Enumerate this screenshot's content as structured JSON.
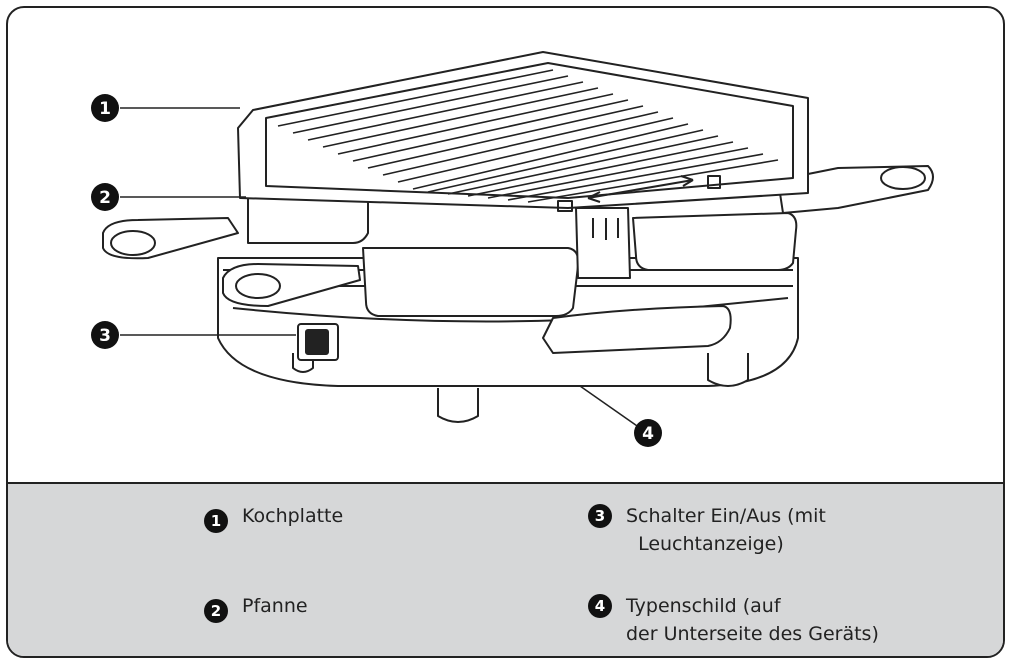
{
  "callouts": [
    {
      "num": "1",
      "label": "Kochplatte"
    },
    {
      "num": "2",
      "label": "Pfanne"
    },
    {
      "num": "3",
      "label": "Schalter Ein/Aus (mit\n  Leuchtanzeige)"
    },
    {
      "num": "4",
      "label": "Typenschild (auf\nder Unterseite des Geräts)"
    }
  ],
  "colors": {
    "line": "#222222",
    "legend_bg": "#d6d7d8",
    "badge": "#111111"
  }
}
